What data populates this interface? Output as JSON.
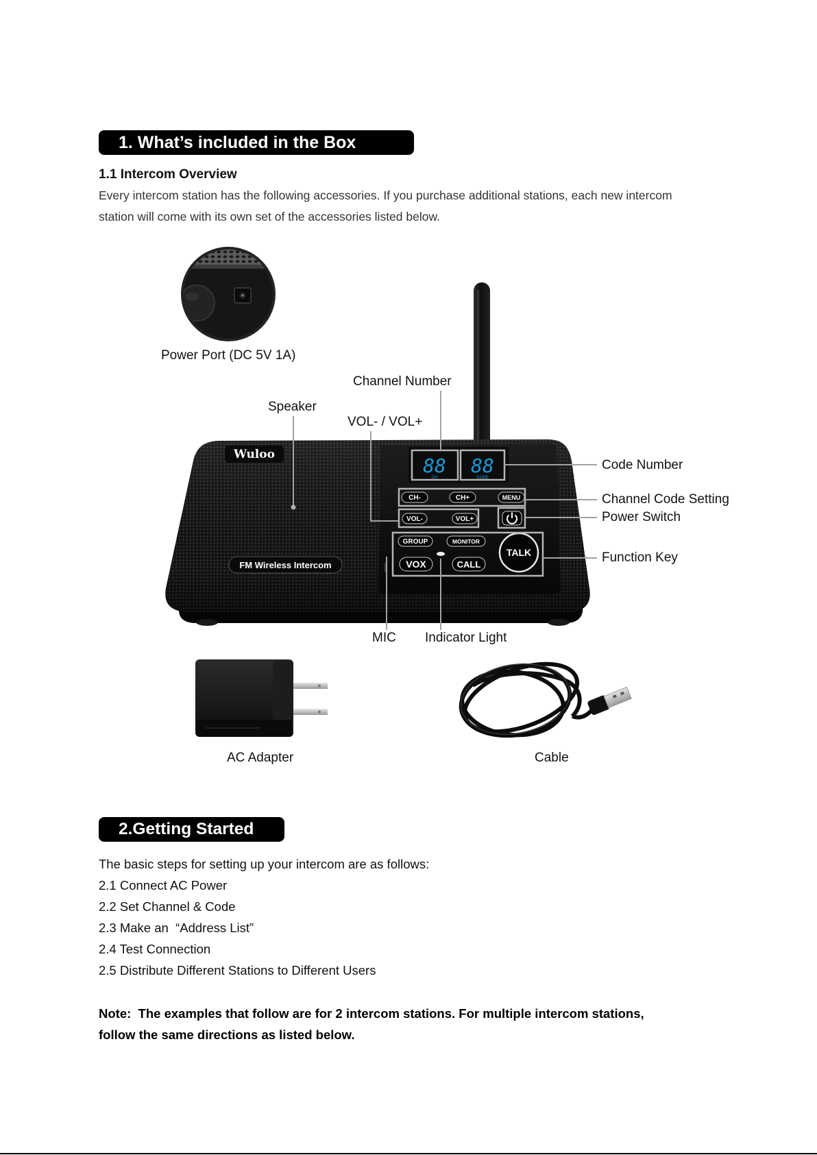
{
  "section1": {
    "heading": "1. What’s included in the Box",
    "subheading": "1.1 Intercom Overview",
    "intro_lines": [
      "Every intercom station has the following accessories. If you purchase additional stations, each new intercom",
      "station will come with its own set of the accessories listed below."
    ]
  },
  "figure": {
    "callouts": {
      "power_port": "Power Port (DC 5V 1A)",
      "channel_number": "Channel Number",
      "speaker": "Speaker",
      "volume": "VOL- / VOL+",
      "code_number": "Code Number",
      "channel_code_setting": "Channel Code Setting",
      "power_switch": "Power Switch",
      "function_key": "Function Key",
      "mic": "MIC",
      "indicator_light": "Indicator Light"
    },
    "device": {
      "brand": "Wuloo",
      "model": "FM Wireless Intercom",
      "display": {
        "channel_digits": "88",
        "code_digits": "88",
        "channel_caption": "CH",
        "code_caption": "CODE"
      },
      "buttons": {
        "ch_minus": "CH-",
        "ch_plus": "CH+",
        "menu": "MENU",
        "vol_minus": "VOL-",
        "vol_plus": "VOL+",
        "group": "GROUP",
        "monitor": "MONITOR",
        "vox": "VOX",
        "call": "CALL",
        "talk": "TALK"
      },
      "power_icon": "power-icon"
    },
    "accessories": {
      "adapter": "AC Adapter",
      "cable": "Cable"
    }
  },
  "section2": {
    "heading": "2.Getting Started",
    "intro": "The basic steps for setting up your intercom are as follows:",
    "steps": [
      "2.1 Connect AC Power",
      "2.2 Set Channel & Code",
      "2.3 Make an  “Address List”",
      "2.4 Test Connection",
      "2.5 Distribute Different Stations to Different Users"
    ],
    "note_lines": [
      "Note:  The examples that follow are for 2 intercom stations. For multiple intercom stations,",
      "follow the same directions as listed below."
    ]
  },
  "colors": {
    "heading_background": "#000000",
    "heading_text": "#ffffff",
    "body_text": "#111111",
    "display_digits": "#1e9ad6",
    "callout_lines": "#a3a3a3"
  }
}
